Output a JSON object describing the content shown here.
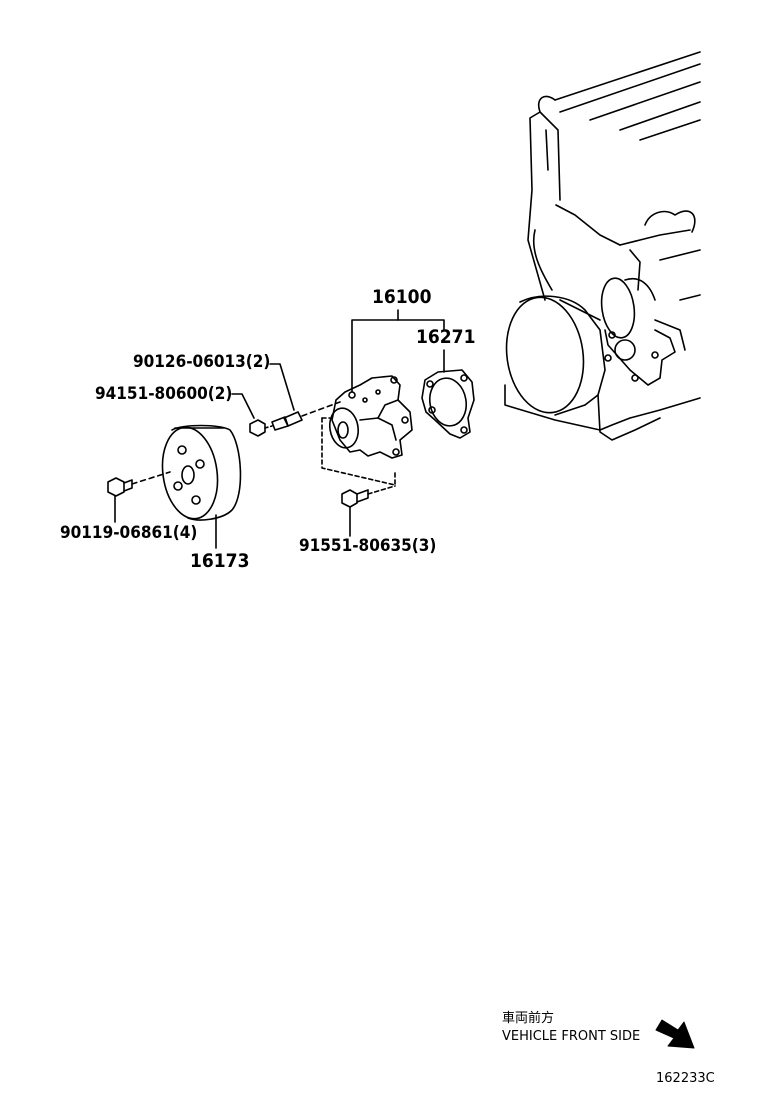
{
  "labels": {
    "assy_16100": "16100",
    "gasket_16271": "16271",
    "stud_90126": "90126-06013(2)",
    "nut_94151": "94151-80600(2)",
    "bolt_90119": "90119-06861(4)",
    "pulley_16173": "16173",
    "bolt_91551": "91551-80635(3)"
  },
  "footer": {
    "direction_jp": "車両前方",
    "direction_en": "VEHICLE FRONT SIDE",
    "drawing_code": "162233C"
  },
  "colors": {
    "line": "#000000",
    "background": "#ffffff"
  }
}
